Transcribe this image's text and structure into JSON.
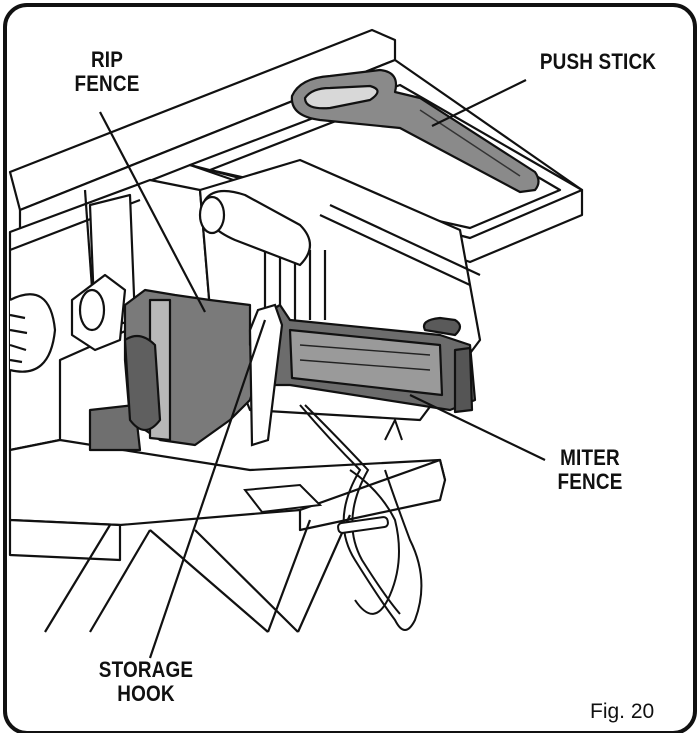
{
  "callouts": {
    "rip_fence": [
      "RIP",
      "FENCE"
    ],
    "push_stick": [
      "PUSH STICK"
    ],
    "miter_fence": [
      "MITER",
      "FENCE"
    ],
    "storage_hook": [
      "STORAGE",
      "HOOK"
    ]
  },
  "figure_label": "Fig. 20",
  "colors": {
    "outline": "#111111",
    "dark_gray": "#707070",
    "mid_gray": "#9a9a9a",
    "light_gray": "#d2d2d2",
    "background": "#ffffff"
  }
}
